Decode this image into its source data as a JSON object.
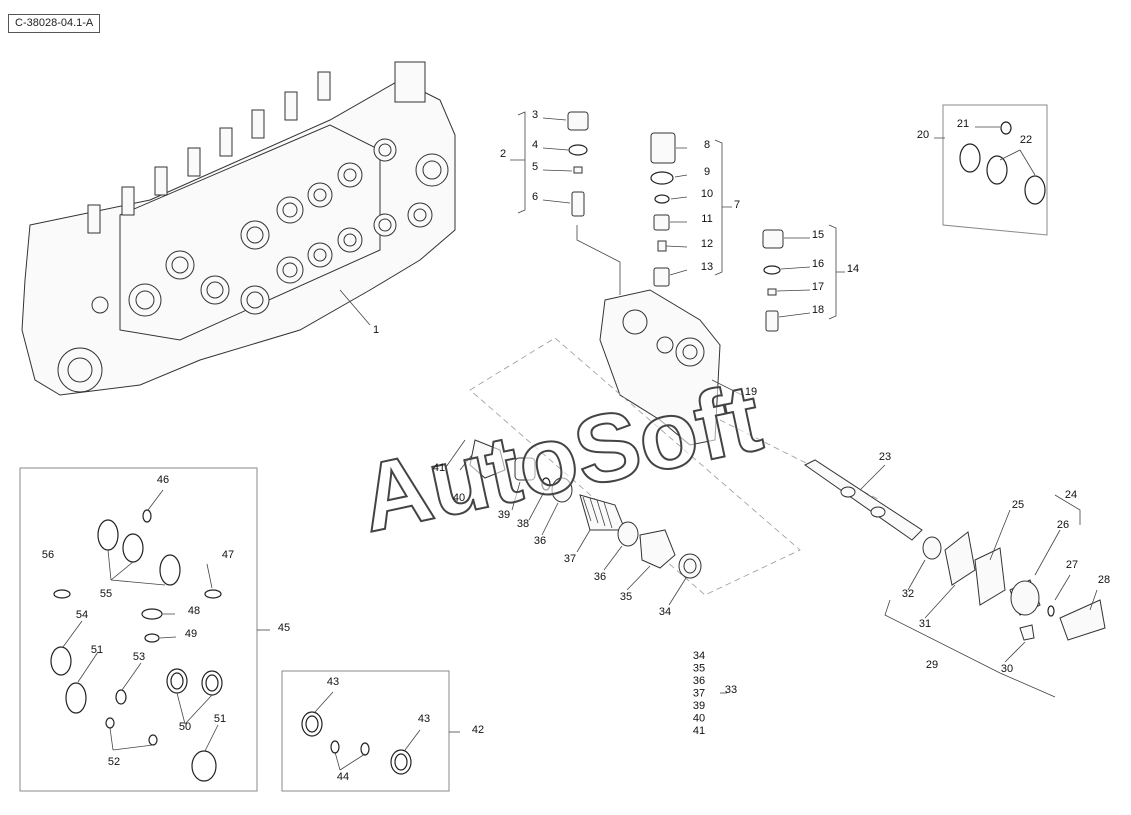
{
  "reference_code": "C-38028-04.1-A",
  "watermark": "AutoSoft",
  "callouts": [
    "1",
    "2",
    "3",
    "4",
    "5",
    "6",
    "7",
    "8",
    "9",
    "10",
    "11",
    "12",
    "13",
    "14",
    "15",
    "16",
    "17",
    "18",
    "19",
    "20",
    "21",
    "22",
    "23",
    "24",
    "25",
    "26",
    "27",
    "28",
    "29",
    "30",
    "31",
    "32",
    "33",
    "34",
    "35",
    "36",
    "37",
    "38",
    "39",
    "40",
    "41",
    "42",
    "43",
    "44",
    "45",
    "46",
    "47",
    "48",
    "49",
    "50",
    "51",
    "52",
    "53",
    "54",
    "55",
    "56"
  ],
  "kit_33_list": [
    "34",
    "35",
    "36",
    "37",
    "39",
    "40",
    "41"
  ]
}
